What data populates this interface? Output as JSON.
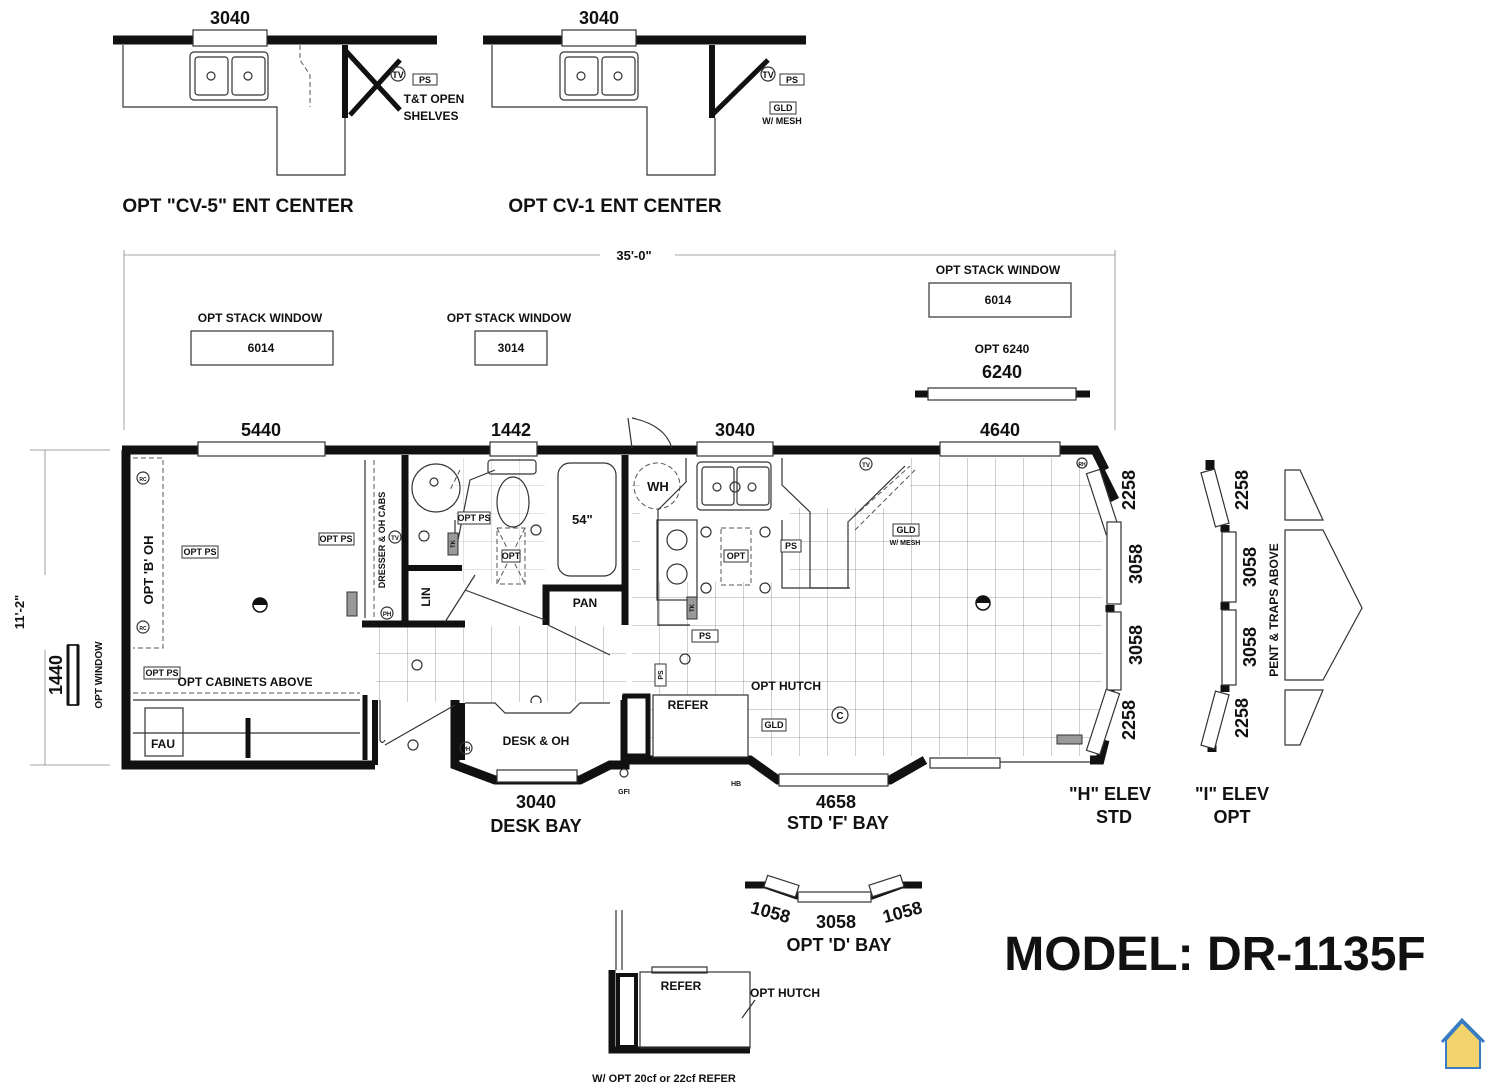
{
  "model": "MODEL: DR-1135F",
  "ent_centers": [
    {
      "title": "OPT \"CV-5\" ENT CENTER",
      "window": "3040",
      "tv": "TV",
      "ps": "PS",
      "note1": "T&T OPEN",
      "note2": "SHELVES"
    },
    {
      "title": "OPT CV-1 ENT CENTER",
      "window": "3040",
      "tv": "TV",
      "ps": "PS",
      "note1": "GLD",
      "note2": "W/ MESH"
    }
  ],
  "overall_length": "35'-0\"",
  "overall_width": "11'-2\"",
  "stack_windows": [
    {
      "label": "OPT STACK WINDOW",
      "size": "6014"
    },
    {
      "label": "OPT STACK WINDOW",
      "size": "3014"
    },
    {
      "label": "OPT STACK WINDOW",
      "size": "6014"
    }
  ],
  "opt_6240": {
    "label": "OPT 6240",
    "size": "6240"
  },
  "top_windows": [
    "5440",
    "1442",
    "3040",
    "4640"
  ],
  "end_window": {
    "size": "1440",
    "label": "OPT WINDOW"
  },
  "labels": {
    "opt_b_oh": "OPT 'B' OH",
    "opt_ps": "OPT PS",
    "dresser": "DRESSER & OH CABS",
    "tv": "TV",
    "ph": "PH",
    "lin": "LIN",
    "pan": "PAN",
    "tub": "54\"",
    "opt": "OPT",
    "tk": "TK",
    "opt_cabinets": "OPT CABINETS ABOVE",
    "fau": "FAU",
    "desk": "DESK & OH",
    "wh": "WH",
    "ps": "PS",
    "gld": "GLD",
    "w_mesh": "W/ MESH",
    "refer": "REFER",
    "opt_hutch": "OPT HUTCH",
    "c": "C",
    "gfi": "GFI",
    "hb": "HB",
    "rh": "RH",
    "rc": "RC"
  },
  "bays": [
    {
      "size": "3040",
      "label": "DESK BAY"
    },
    {
      "size": "4658",
      "label": "STD 'F' BAY"
    }
  ],
  "elevations": [
    {
      "title": "\"H\" ELEV",
      "sub": "STD",
      "windows": [
        "2258",
        "3058",
        "3058",
        "2258"
      ]
    },
    {
      "title": "\"I\" ELEV",
      "sub": "OPT",
      "windows": [
        "2258",
        "3058",
        "3058",
        "2258"
      ],
      "note": "PENT & TRAPS ABOVE"
    }
  ],
  "d_bay": {
    "label": "OPT 'D' BAY",
    "windows": [
      "1058",
      "3058",
      "1058"
    ]
  },
  "refer_option": {
    "refer": "REFER",
    "hutch": "OPT HUTCH",
    "caption": "W/ OPT 20cf or 22cf REFER"
  }
}
